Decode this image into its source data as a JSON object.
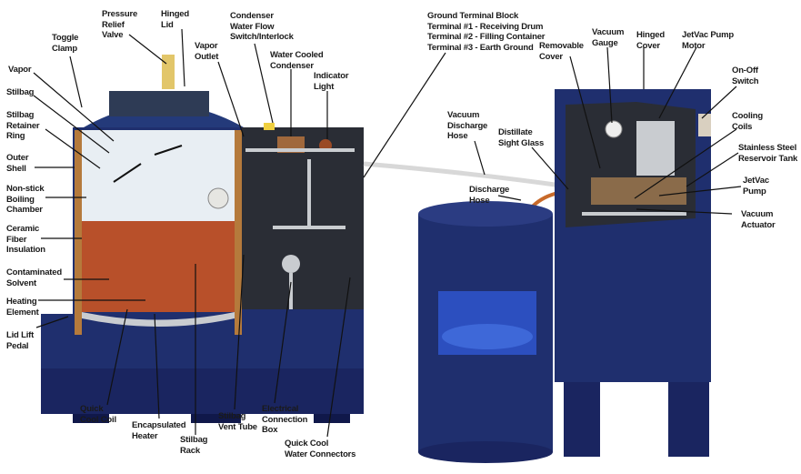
{
  "colors": {
    "machine_blue": "#1f2f6e",
    "solvent": "#b8502a",
    "insulation": "#b57a3c",
    "interior": "#2a2d35",
    "vapor": "#e8eef3",
    "steel": "#c9ccd0"
  },
  "labels": {
    "pressure_relief_valve": "Pressure\nRelief\nValve",
    "hinged_lid": "Hinged\nLid",
    "toggle_clamp": "Toggle\nClamp",
    "condenser_switch": "Condenser\nWater Flow\nSwitch/Interlock",
    "vapor_outlet": "Vapor\nOutlet",
    "water_cooled_condenser": "Water Cooled\nCondenser",
    "indicator_light": "Indicator\nLight",
    "vapor": "Vapor",
    "stilbag": "Stilbag",
    "stilbag_retainer_ring": "Stilbag\nRetainer\nRing",
    "outer_shell": "Outer\nShell",
    "boiling_chamber": "Non-stick\nBoiling\nChamber",
    "insulation": "Ceramic\nFiber\nInsulation",
    "contaminated_solvent": "Contaminated\nSolvent",
    "heating_element": "Heating\nElement",
    "lid_lift_pedal": "Lid Lift\nPedal",
    "quick_cool_coil": "Quick\nCool Coil",
    "encapsulated_heater": "Encapsulated\nHeater",
    "stilbag_rack": "Stilbag\nRack",
    "stilbag_vent_tube": "Stilbag\nVent Tube",
    "electrical_box": "Electrical\nConnection\nBox",
    "quick_cool_connectors": "Quick Cool\nWater Connectors",
    "ground_terminal_block": "Ground Terminal Block\nTerminal #1 - Receiving Drum\nTerminal #2 - Filling Container\nTerminal #3 - Earth Ground",
    "vacuum_discharge_hose": "Vacuum\nDischarge\nHose",
    "distillate_sight_glass": "Distillate\nSight Glass",
    "discharge_hose": "Discharge\nHose",
    "removable_cover": "Removable\nCover",
    "vacuum_gauge": "Vacuum\nGauge",
    "hinged_cover": "Hinged\nCover",
    "jetvac_pump_motor": "JetVac Pump\nMotor",
    "on_off_switch": "On-Off\nSwitch",
    "cooling_coils": "Cooling\nCoils",
    "reservoir_tank": "Stainless Steel\nReservoir Tank",
    "jetvac_pump": "JetVac\nPump",
    "vacuum_actuator": "Vacuum\nActuator"
  }
}
